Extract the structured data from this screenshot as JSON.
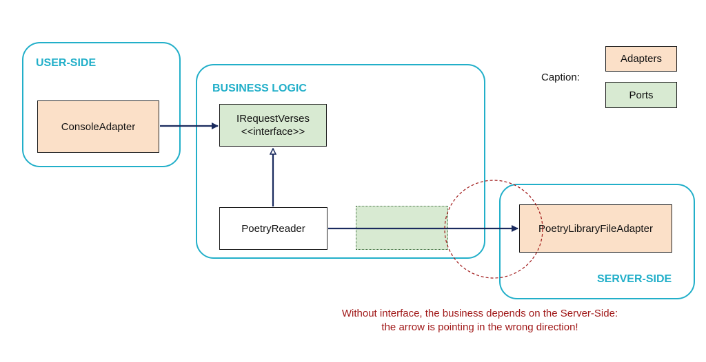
{
  "zones": {
    "user_side": "USER-SIDE",
    "business_logic": "BUSINESS LOGIC",
    "server_side": "SERVER-SIDE"
  },
  "boxes": {
    "console_adapter": "ConsoleAdapter",
    "irequest_verses": "IRequestVerses",
    "irequest_verses_stereotype": "<<interface>>",
    "poetry_reader": "PoetryReader",
    "poetry_library_file_adapter": "PoetryLibraryFileAdapter"
  },
  "legend": {
    "caption": "Caption:",
    "adapters": "Adapters",
    "ports": "Ports"
  },
  "note": {
    "line1": "Without interface, the business depends on the Server-Side:",
    "line2": "the arrow is pointing in the wrong direction!"
  },
  "colors": {
    "zone_border": "#22afc9",
    "adapter_fill": "#fbe0c8",
    "port_fill": "#d8ead2",
    "arrow": "#1a2a5e",
    "warning": "#a01818"
  }
}
